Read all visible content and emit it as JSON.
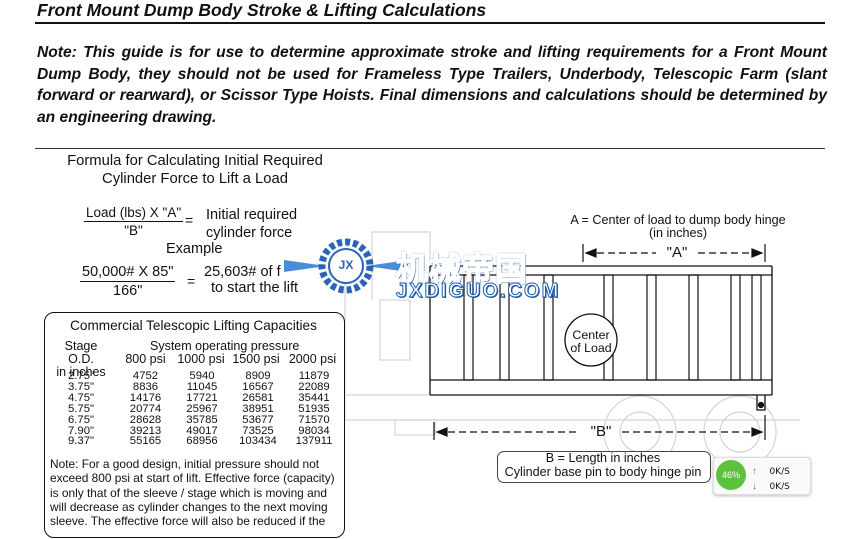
{
  "doc": {
    "title": "Front Mount Dump Body Stroke & Lifting Calculations",
    "note": "Note: This guide is for use to determine approximate stroke and lifting requirements for a Front Mount Dump Body, they should not be used for Frameless Type Trailers, Underbody, Telescopic Farm (slant forward or rearward), or Scissor Type Hoists. Final dimensions and calculations should be determined by an engineering drawing."
  },
  "formula": {
    "heading_line1": "Formula for Calculating Initial Required",
    "heading_line2": "Cylinder Force to Lift a Load",
    "numerator": "Load (lbs) X \"A\"",
    "denominator": "\"B\"",
    "equals": "=",
    "result_line1": "Initial required",
    "result_line2": "cylinder force",
    "example_label": "Example",
    "example_numerator": "50,000# X 85\"",
    "example_denominator": "166\"",
    "example_result_line1": "25,603# of f",
    "example_result_line2": "to start the lift"
  },
  "capacities": {
    "title": "Commercial Telescopic Lifting Capacities",
    "stage_header_line1": "Stage O.D.",
    "stage_header_line2": "in inches",
    "pressure_header": "System operating pressure",
    "pressures": [
      "800 psi",
      "1000 psi",
      "1500 psi",
      "2000 psi"
    ],
    "rows": [
      {
        "stage": "2.75\"",
        "v": [
          "4752",
          "5940",
          "8909",
          "11879"
        ]
      },
      {
        "stage": "3.75\"",
        "v": [
          "8836",
          "11045",
          "16567",
          "22089"
        ]
      },
      {
        "stage": "4.75\"",
        "v": [
          "14176",
          "17721",
          "26581",
          "35441"
        ]
      },
      {
        "stage": "5.75\"",
        "v": [
          "20774",
          "25967",
          "38951",
          "51935"
        ]
      },
      {
        "stage": "6.75\"",
        "v": [
          "28628",
          "35785",
          "53677",
          "71570"
        ]
      },
      {
        "stage": "7.90\"",
        "v": [
          "39213",
          "49017",
          "73525",
          "98034"
        ]
      },
      {
        "stage": "9.37\"",
        "v": [
          "55165",
          "68956",
          "103434",
          "137911"
        ]
      }
    ],
    "note_lines": [
      "Note: For a good design, initial pressure  should not",
      "exceed 800 psi at start of lift. Effective force (capacity)",
      "is only that of the sleeve / stage which is moving and",
      "will decrease as cylinder changes to the next moving",
      "sleeve. The effective force will also be reduced if the"
    ]
  },
  "diagram": {
    "a_label_line1": "A = Center of load to dump body hinge",
    "a_label_line2": "(in inches)",
    "a_dimension": "\"A\"",
    "center_line1": "Center",
    "center_line2": "of Load",
    "b_dimension": "\"B\"",
    "b_label_line1": "B = Length in inches",
    "b_label_line2": "Cylinder base pin to body hinge pin"
  },
  "watermark": {
    "chinese": "机械帝国",
    "english": "JXDIGUO.COM",
    "logo_text": "JX"
  },
  "net_widget": {
    "percent": "46%",
    "up_rate": "0K/S",
    "down_rate": "0K/S"
  },
  "colors": {
    "text": "#111111",
    "watermark_blue": "#1b6fd0",
    "widget_green": "#5cc23c",
    "arrow_up": "#e05a1a",
    "arrow_down": "#2a9d2a"
  }
}
